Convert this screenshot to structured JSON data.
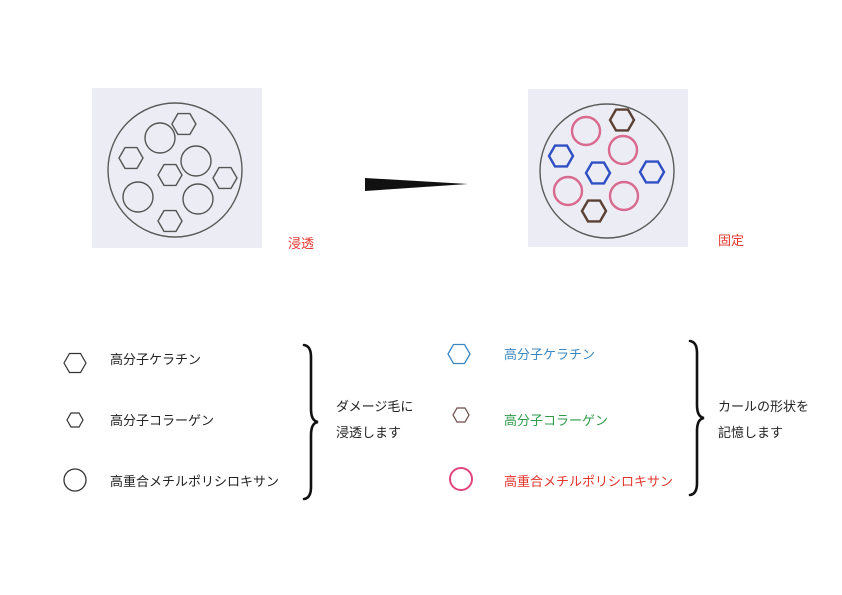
{
  "before": {
    "caption": "浸透",
    "caption_color": "#e4352b"
  },
  "after": {
    "caption": "固定",
    "caption_color": "#e4352b"
  },
  "left_legend": {
    "items": [
      {
        "shape": "hexagon-large-icon",
        "label": "高分子ケラチン",
        "color": "#222222"
      },
      {
        "shape": "hexagon-small-icon",
        "label": "高分子コラーゲン",
        "color": "#222222"
      },
      {
        "shape": "circle-icon",
        "label": "高重合メチルポリシロキサン",
        "color": "#222222"
      }
    ],
    "note_line1": "ダメージ毛に",
    "note_line2": "浸透します"
  },
  "right_legend": {
    "items": [
      {
        "shape": "hexagon-large-icon",
        "label": "高分子ケラチン",
        "color": "#3b88c3"
      },
      {
        "shape": "hexagon-small-icon",
        "label": "高分子コラーゲン",
        "color": "#2e9b48"
      },
      {
        "shape": "circle-icon",
        "label": "高重合メチルポリシロキサン",
        "color": "#e4352b"
      }
    ],
    "note_line1": "カールの形状を",
    "note_line2": "記憶します"
  },
  "colors": {
    "keratin": "#2f4fc4",
    "collagen": "#5a3f33",
    "siloxane": "#d9698e",
    "outline": "#5a5a5a"
  }
}
